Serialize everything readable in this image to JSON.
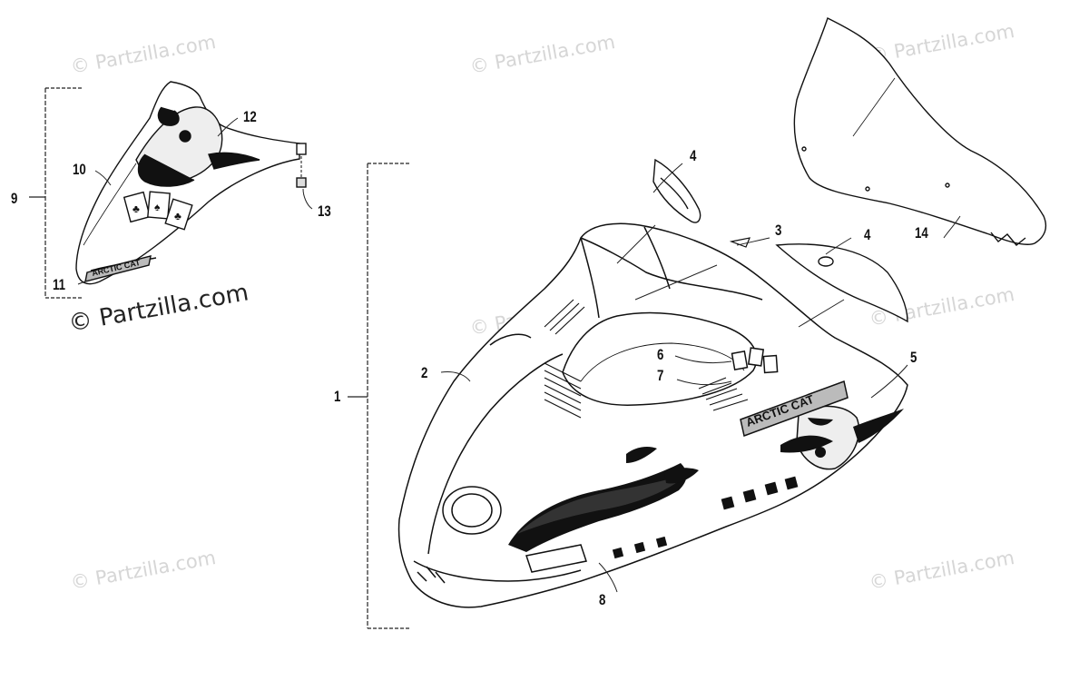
{
  "watermark": {
    "text": "© Partzilla.com"
  },
  "callouts": {
    "c1": "1",
    "c2": "2",
    "c3": "3",
    "c4a": "4",
    "c4b": "4",
    "c5": "5",
    "c6": "6",
    "c7": "7",
    "c8": "8",
    "c9": "9",
    "c10": "10",
    "c11": "11",
    "c12": "12",
    "c13": "13",
    "c14": "14"
  },
  "decals": {
    "brand": "ARCTIC CAT",
    "logo": "ARCTIC CAT"
  },
  "icons": [
    "flame-graphic-icon",
    "joker-graphic-icon",
    "dice-icon",
    "playing-cards-icon",
    "headlight-icon"
  ]
}
